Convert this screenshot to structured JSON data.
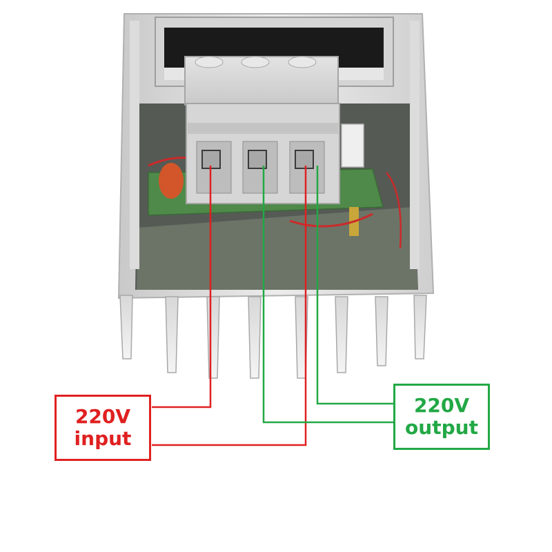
{
  "input_label": {
    "line1": "220V",
    "line2": "input",
    "color": "#e02020"
  },
  "output_label": {
    "line1": "220V",
    "line2": "output",
    "color": "#22a845"
  },
  "terminals": [
    "input-terminal-1",
    "output-terminal",
    "shared-terminal"
  ]
}
